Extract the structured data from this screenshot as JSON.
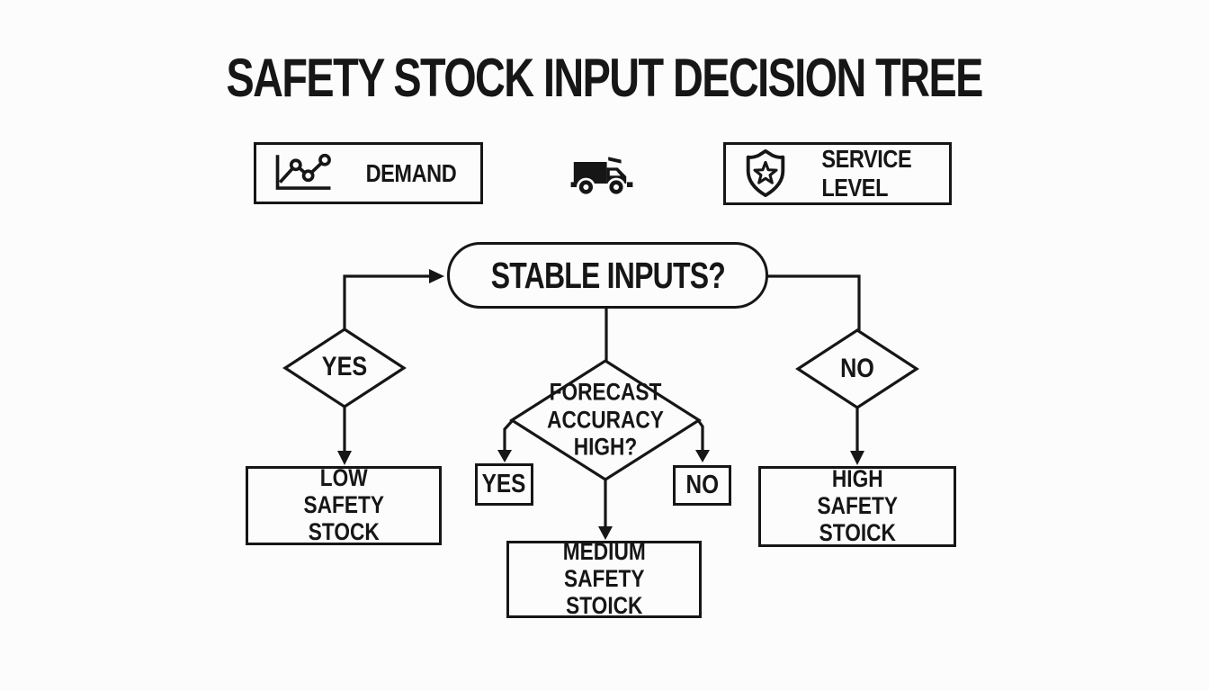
{
  "title": "SAFETY STOCK INPUT DECISION TREE",
  "colors": {
    "ink": "#161616",
    "background": "#fcfcfc"
  },
  "input_row": {
    "demand": {
      "label": "DEMAND",
      "icon": "trend-chart"
    },
    "logistics": {
      "icon": "truck"
    },
    "service_level": {
      "label": "SERVICE LEVEL",
      "icon": "shield-star"
    }
  },
  "flow": {
    "root_question": "STABLE INPUTS?",
    "yes_branch": "YES",
    "no_branch": "NO",
    "forecast_question": {
      "line1": "FORECAST",
      "line2": "ACCURACY",
      "line3": "HIGH?"
    },
    "forecast_yes": "YES",
    "forecast_no": "NO",
    "low_outcome": {
      "line1": "LOW",
      "line2": "SAFETY",
      "line3": "STOCK"
    },
    "medium_outcome": {
      "line1": "MEDIUM",
      "line2": "SAFETY",
      "line3": "STOICK"
    },
    "high_outcome": {
      "line1": "HIGH",
      "line2": "SAFETY",
      "line3": "STOICK"
    }
  }
}
